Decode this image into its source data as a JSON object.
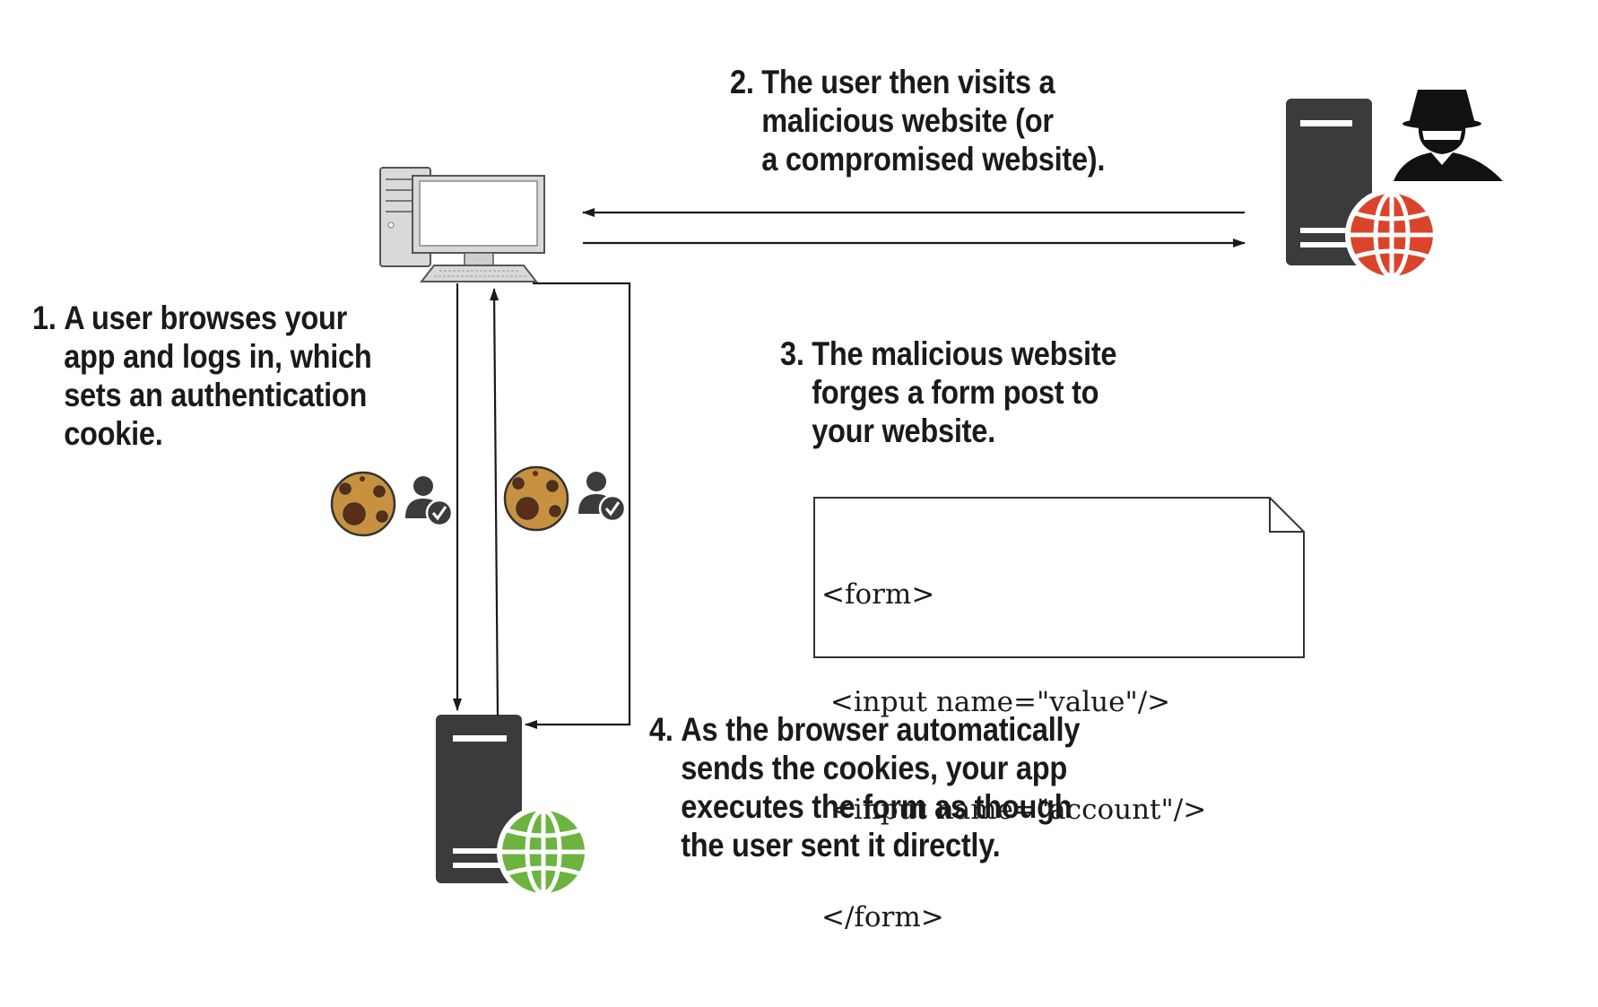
{
  "steps": {
    "step1": {
      "number": "1.",
      "lines": [
        "A user browses your",
        "app and logs in, which",
        "sets an authentication",
        "cookie."
      ]
    },
    "step2": {
      "number": "2.",
      "lines": [
        "The user then visits a",
        "malicious website (or",
        "a compromised website)."
      ]
    },
    "step3": {
      "number": "3.",
      "lines": [
        "The malicious website",
        "forges a form post to",
        "your website."
      ]
    },
    "step4": {
      "number": "4.",
      "lines": [
        "As the browser automatically",
        "sends the cookies, your app",
        "executes the form as though",
        "the user sent it directly."
      ]
    }
  },
  "code_snippet": {
    "lines": [
      "<form>",
      " <input name=\"value\"/>",
      " <input name=\"account\"/>",
      "</form>"
    ]
  },
  "icons": {
    "user_computer": "desktop-computer-icon",
    "malicious_server": "server-icon",
    "attacker": "hacker-icon",
    "malicious_globe": "globe-icon",
    "app_server": "server-icon",
    "app_globe": "globe-icon",
    "cookie": "cookie-icon",
    "authenticated_user": "user-check-icon"
  },
  "colors": {
    "malicious_globe": "#d9452b",
    "app_globe": "#6db33f",
    "server": "#3b3b3b",
    "cookie": "#c8913f",
    "cookie_chips": "#5a2e16",
    "arrows": "#1a1a1a"
  }
}
